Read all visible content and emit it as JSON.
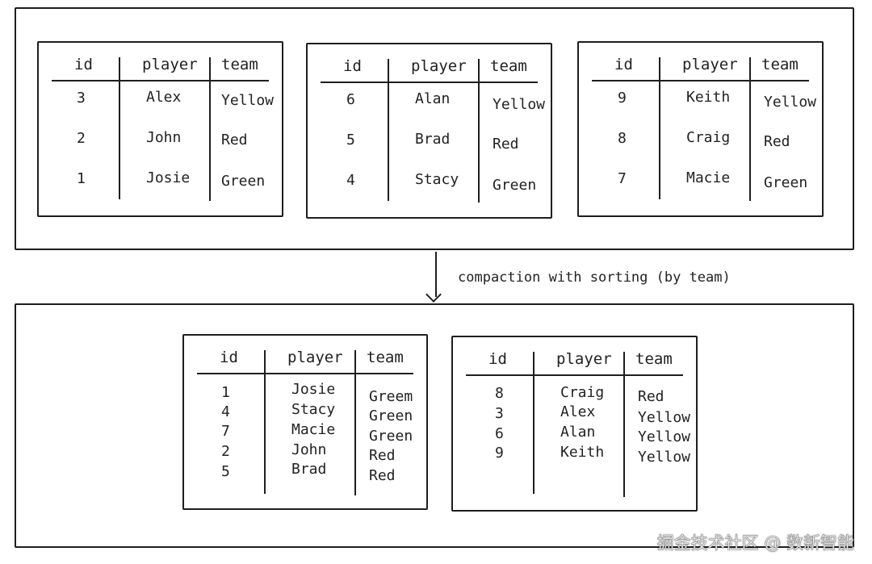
{
  "arrow_label": "compaction with sorting (by team)",
  "watermark": "掘金技术社区 @ 数新智能",
  "tables": [
    {
      "headers": [
        "id",
        "player",
        "team"
      ],
      "rows": [
        [
          "3",
          "Alex",
          "Yellow"
        ],
        [
          "2",
          "John",
          "Red"
        ],
        [
          "1",
          "Josie",
          "Green"
        ]
      ]
    },
    {
      "headers": [
        "id",
        "player",
        "team"
      ],
      "rows": [
        [
          "6",
          "Alan",
          "Yellow"
        ],
        [
          "5",
          "Brad",
          "Red"
        ],
        [
          "4",
          "Stacy",
          "Green"
        ]
      ]
    },
    {
      "headers": [
        "id",
        "player",
        "team"
      ],
      "rows": [
        [
          "9",
          "Keith",
          "Yellow"
        ],
        [
          "8",
          "Craig",
          "Red"
        ],
        [
          "7",
          "Macie",
          "Green"
        ]
      ]
    },
    {
      "headers": [
        "id",
        "player",
        "team"
      ],
      "rows": [
        [
          "1",
          "Josie",
          "Greem"
        ],
        [
          "4",
          "Stacy",
          "Green"
        ],
        [
          "7",
          "Macie",
          "Green"
        ],
        [
          "2",
          "John",
          "Red"
        ],
        [
          "5",
          "Brad",
          "Red"
        ]
      ]
    },
    {
      "headers": [
        "id",
        "player",
        "team"
      ],
      "rows": [
        [
          "8",
          "Craig",
          "Red"
        ],
        [
          "3",
          "Alex",
          "Yellow"
        ],
        [
          "6",
          "Alan",
          "Yellow"
        ],
        [
          "9",
          "Keith",
          "Yellow"
        ]
      ]
    }
  ]
}
